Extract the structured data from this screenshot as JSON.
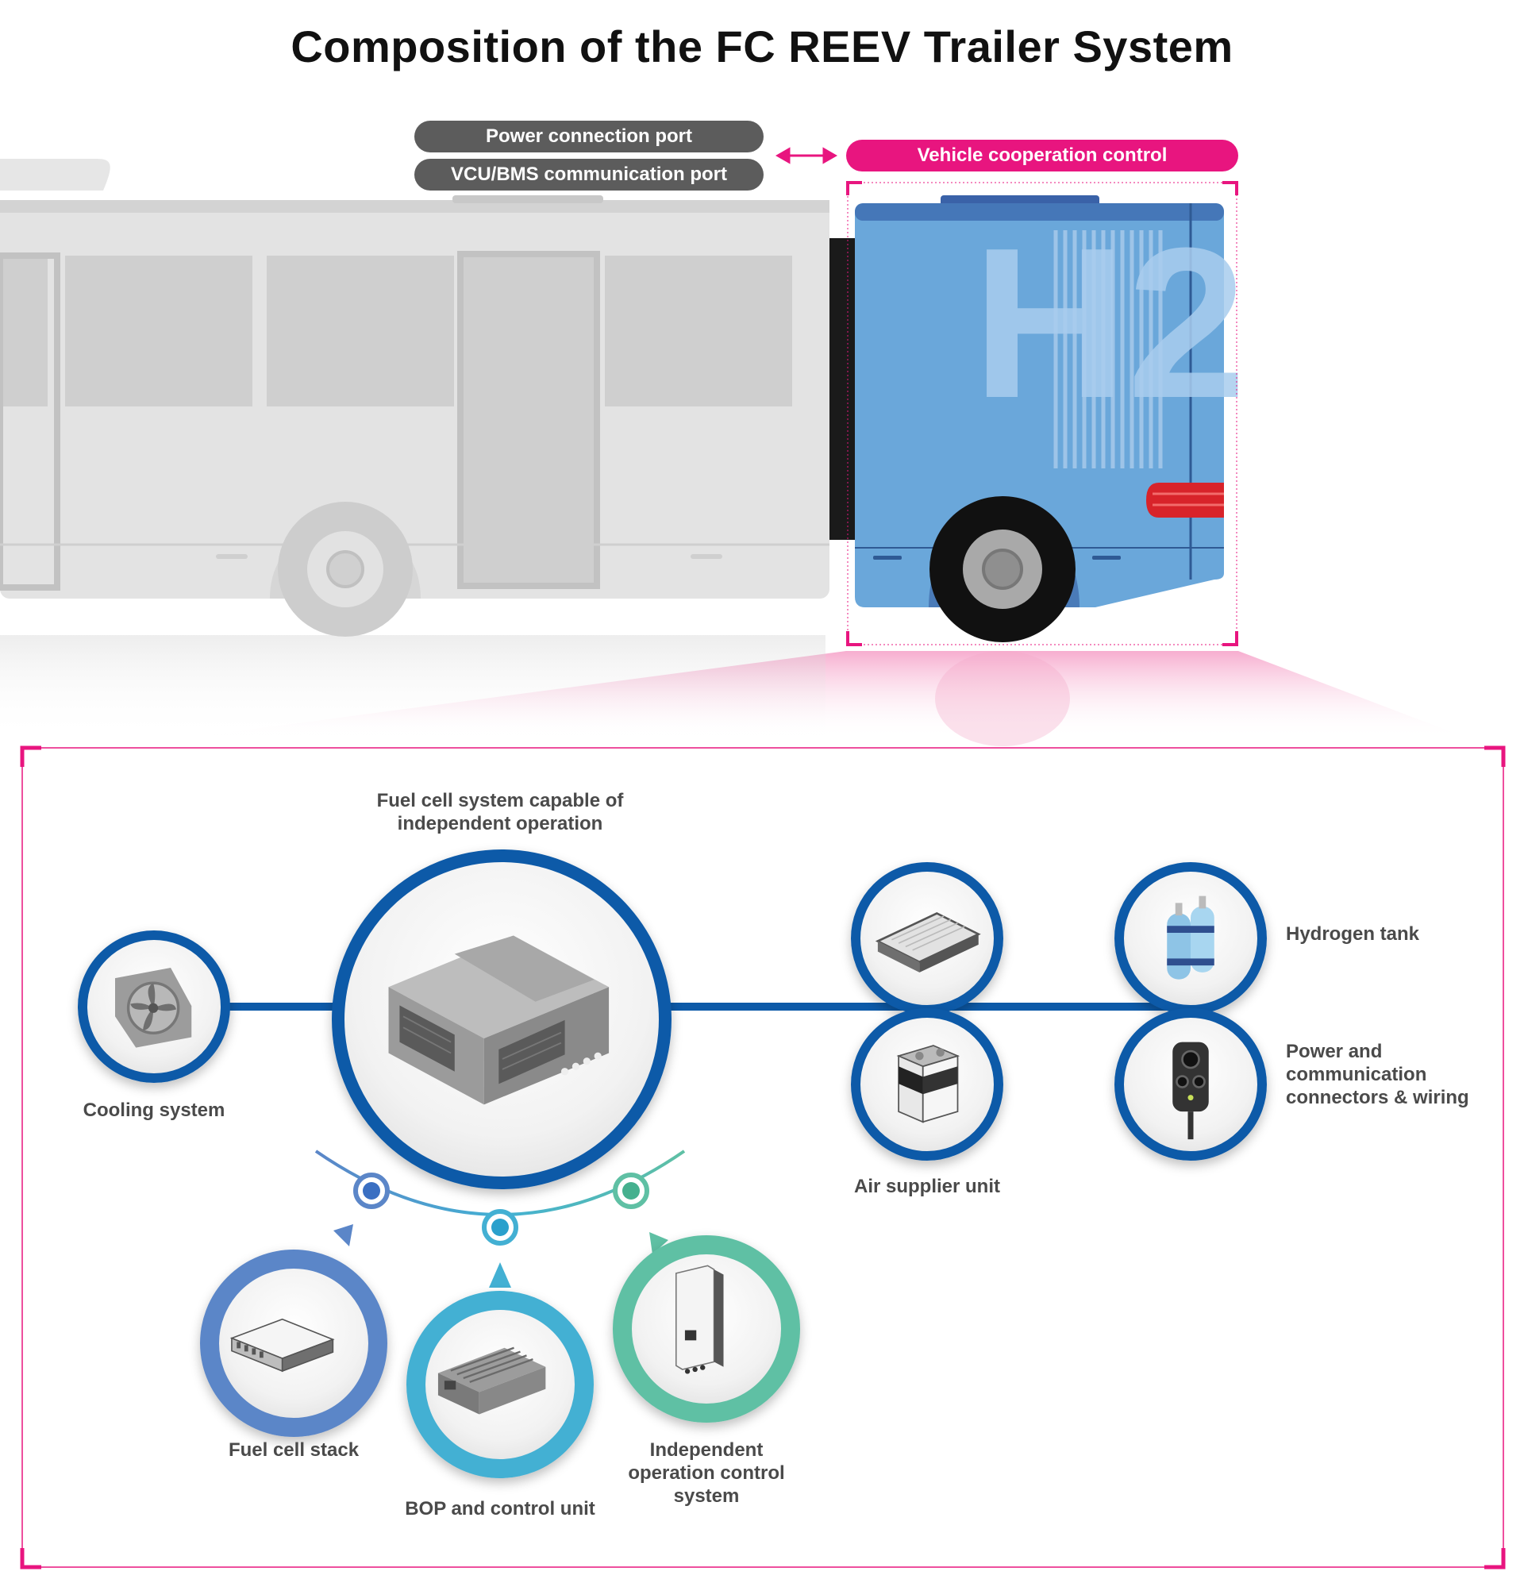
{
  "title": "Composition of the FC REEV Trailer System",
  "ports": {
    "power": "Power connection port",
    "comm": "VCU/BMS communication port"
  },
  "vehicle_cooperation": "Vehicle cooperation control",
  "trailer_logo": "H2",
  "components": {
    "main": "Fuel cell system capable of independent operation",
    "cooling": "Cooling system",
    "stack": "Fuel cell stack",
    "bop": "BOP and control unit",
    "independent_control": "Independent operation control system",
    "air_supplier": "Air supplier unit",
    "hydrogen_tank": "Hydrogen tank",
    "connectors": "Power and communication connectors & wiring"
  },
  "colors": {
    "accent_pink": "#e8157f",
    "line_blue": "#0d5aa8",
    "trailer_blue": "#6aa7da",
    "port_gray": "#5c5c5c"
  }
}
